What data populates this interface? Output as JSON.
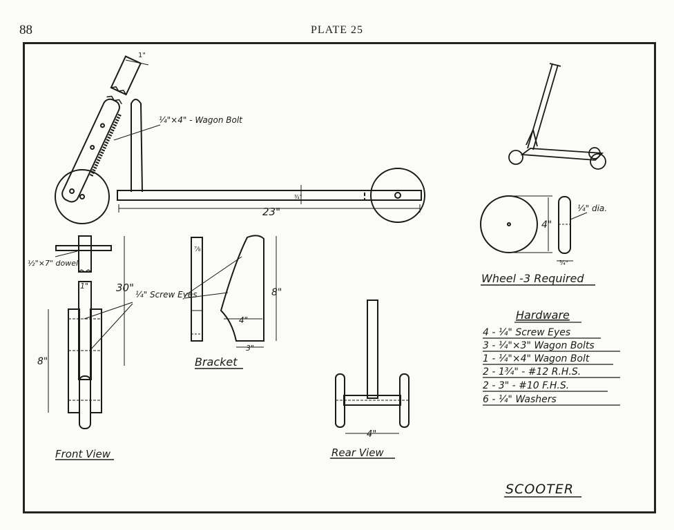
{
  "page": {
    "number": "88",
    "plate": "PLATE 25"
  },
  "drawing": {
    "title": "SCOOTER",
    "labels": {
      "wagon_bolt": "¼\"×4\" - Wagon Bolt",
      "length_23": "23\"",
      "dim_3_4": "¾\"",
      "dowel": "½\"×7\" dowel",
      "screw_eyes": "¼\" Screw Eyes",
      "dim_1": "1\"",
      "dim_30": "30\"",
      "dim_8_front": "8\"",
      "dim_7_8": "⅞",
      "dim_8_bracket": "8\"",
      "dim_4_bracket": "4\"",
      "dim_3_bracket": "3\"",
      "dim_4_rear": "4\"",
      "dim_4_wheel": "4\"",
      "wheel_dia": "¼\" dia.",
      "wheel_thick": "¾\"",
      "dim_1_top": "1\""
    },
    "captions": {
      "front": "Front View",
      "bracket": "Bracket",
      "rear": "Rear View",
      "wheel": "Wheel -3 Required"
    },
    "hardware": {
      "heading": "Hardware",
      "items": [
        "4 - ¼\" Screw Eyes",
        "3 - ¼\"×3\" Wagon Bolts",
        "1 - ¼\"×4\" Wagon Bolt",
        "2 - 1¾\" - #12 R.H.S.",
        "2 - 3\" - #10 F.H.S.",
        "6 - ¼\" Washers"
      ]
    }
  }
}
